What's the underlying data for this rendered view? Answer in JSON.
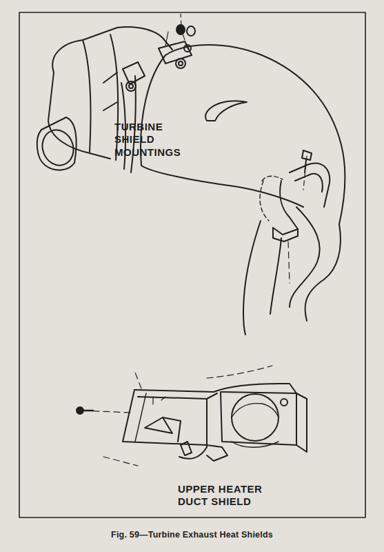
{
  "diagram": {
    "caption": "Fig. 59—Turbine Exhaust Heat Shields",
    "labels": [
      "TURBINE SHIELD MOUNTINGS",
      "UPPER HEATER DUCT SHIELD"
    ]
  }
}
